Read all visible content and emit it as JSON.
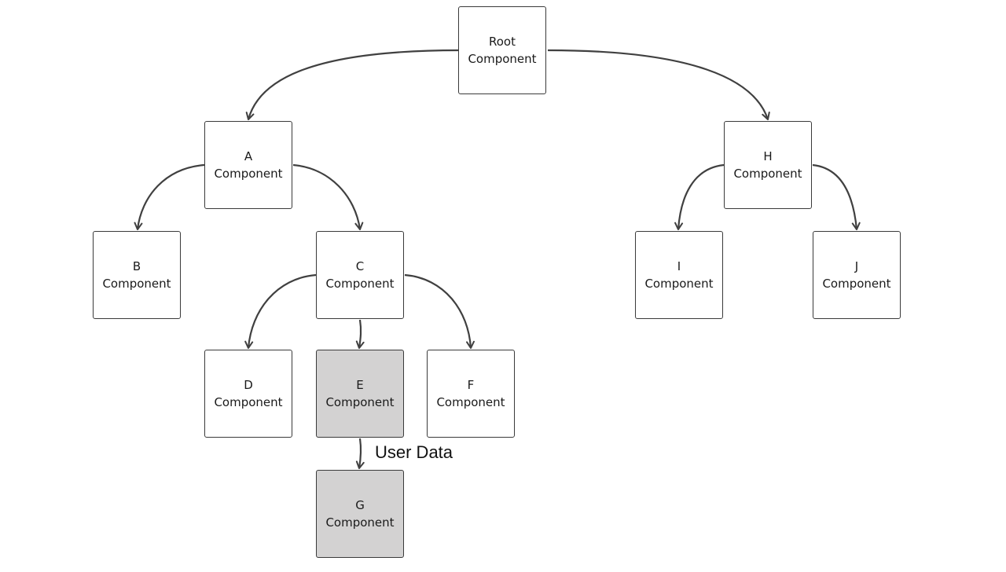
{
  "diagram": {
    "edge_color": "#404040",
    "highlight_color": "#d3d2d2",
    "nodes": {
      "root": {
        "line1": "Root",
        "line2": "Component",
        "highlighted": false
      },
      "a": {
        "line1": "A",
        "line2": "Component",
        "highlighted": false
      },
      "h": {
        "line1": "H",
        "line2": "Component",
        "highlighted": false
      },
      "b": {
        "line1": "B",
        "line2": "Component",
        "highlighted": false
      },
      "c": {
        "line1": "C",
        "line2": "Component",
        "highlighted": false
      },
      "i": {
        "line1": "I",
        "line2": "Component",
        "highlighted": false
      },
      "j": {
        "line1": "J",
        "line2": "Component",
        "highlighted": false
      },
      "d": {
        "line1": "D",
        "line2": "Component",
        "highlighted": false
      },
      "e": {
        "line1": "E",
        "line2": "Component",
        "highlighted": true
      },
      "f": {
        "line1": "F",
        "line2": "Component",
        "highlighted": false
      },
      "g": {
        "line1": "G",
        "line2": "Component",
        "highlighted": true
      }
    },
    "edges": [
      {
        "from": "root",
        "to": "a"
      },
      {
        "from": "root",
        "to": "h"
      },
      {
        "from": "a",
        "to": "b"
      },
      {
        "from": "a",
        "to": "c"
      },
      {
        "from": "h",
        "to": "i"
      },
      {
        "from": "h",
        "to": "j"
      },
      {
        "from": "c",
        "to": "d"
      },
      {
        "from": "c",
        "to": "e"
      },
      {
        "from": "c",
        "to": "f"
      },
      {
        "from": "e",
        "to": "g",
        "label": "User Data"
      }
    ],
    "edge_label_e_g": "User Data"
  }
}
